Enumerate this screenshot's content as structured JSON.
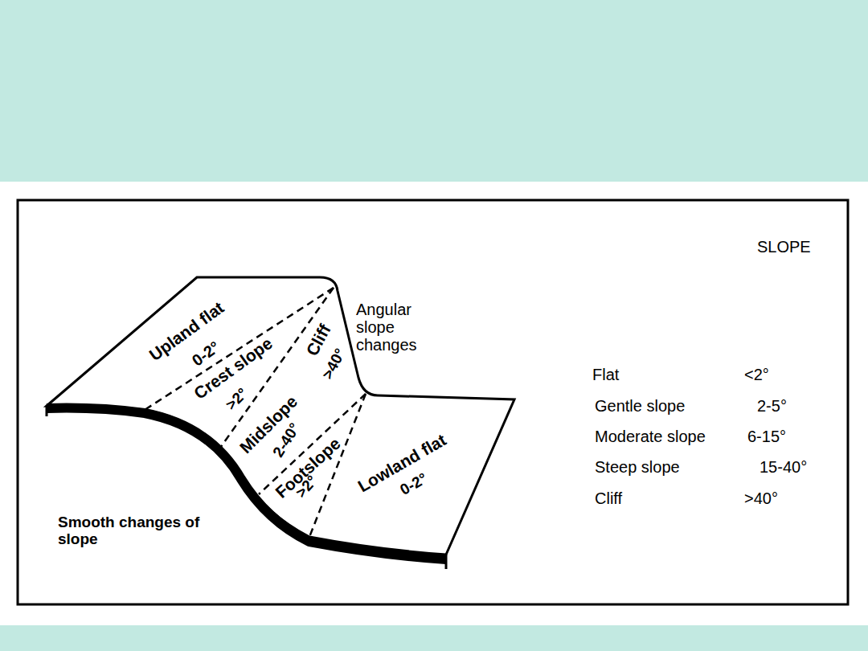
{
  "diagram": {
    "labels": [
      "SLOPE",
      "Upland flat",
      "0-2°",
      "Crest slope",
      ">2°",
      "Cliff",
      ">40°",
      "Midslope",
      "2-40°",
      "Footslope",
      ">2°",
      "Lowland flat",
      "0-2°",
      "Angular slope changes",
      "Smooth changes of slope",
      "Flat",
      "<2°",
      "Gentle slope",
      "2-5°",
      "Moderate slope",
      "6-15°",
      "Steep slope",
      "15-40°",
      "Cliff",
      ">40°"
    ]
  }
}
